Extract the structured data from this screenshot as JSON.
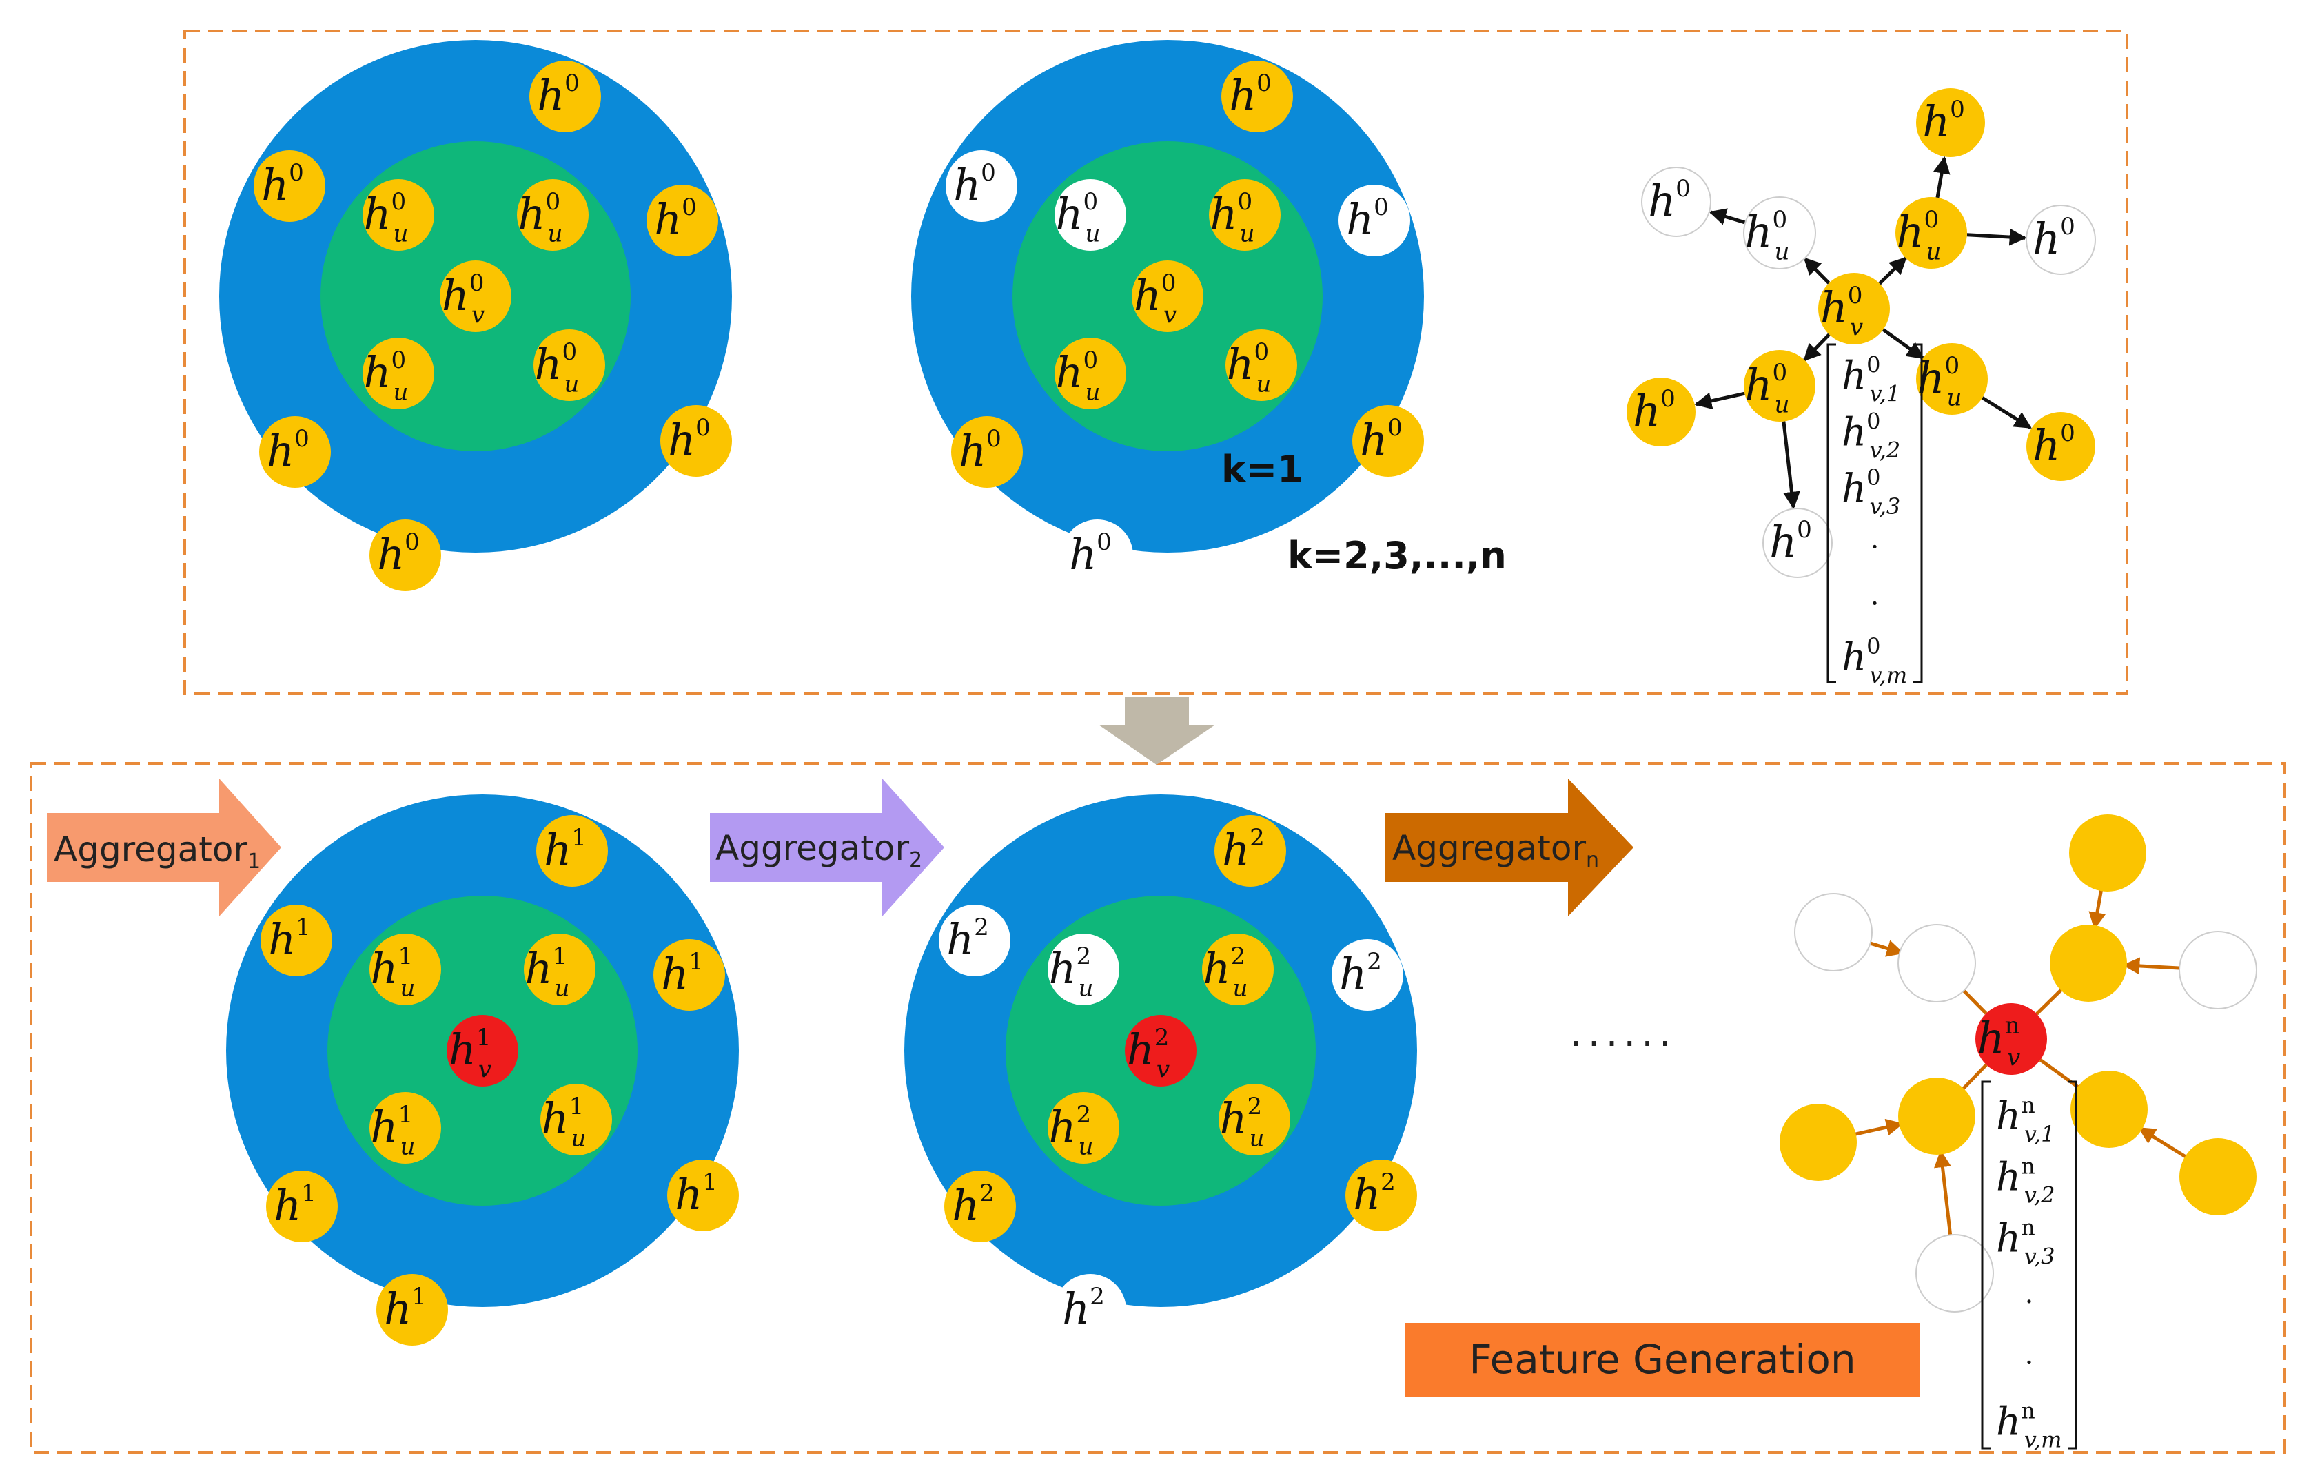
{
  "colors": {
    "outer_ring": "#0b8ad8",
    "inner_disc": "#0fb77a",
    "node_yellow": "#fbc400",
    "node_white": "#ffffff",
    "node_red": "#ee1c1c",
    "dashed_border": "#e88a3a",
    "down_arrow": "#bfb8a8",
    "agg1_arrow": "#f79a6e",
    "agg2_arrow": "#b39af2",
    "aggn_arrow": "#cc6a00",
    "feature_box": "#fa7b2c",
    "edge_dark": "#111111",
    "edge_agg1": "#f0a080",
    "edge_agg2": "#b49af2",
    "edge_aggn": "#cc6a00"
  },
  "top_panel": {
    "k1_label": "k=1",
    "kn_label": "k=2,3,...,n",
    "node_h": "h",
    "sup0": "0",
    "sub_u": "u",
    "sub_v": "v",
    "vector0": [
      {
        "sub": "v,1",
        "sup": "0"
      },
      {
        "sub": "v,2",
        "sup": "0"
      },
      {
        "sub": "v,3",
        "sup": "0"
      },
      {
        "dots": "."
      },
      {
        "dots": "."
      },
      {
        "sub": "v,m",
        "sup": "0"
      }
    ]
  },
  "bottom_panel": {
    "aggregator1": {
      "text": "Aggregator",
      "sub": "1"
    },
    "aggregator2": {
      "text": "Aggregator",
      "sub": "2"
    },
    "aggregatorn": {
      "text": "Aggregator",
      "sub": "n"
    },
    "ellipsis": "......",
    "feature_generation": "Feature Generation",
    "sup1": "1",
    "sup2": "2",
    "supn": "n",
    "vectorn": [
      {
        "sub": "v,1",
        "sup": "n"
      },
      {
        "sub": "v,2",
        "sup": "n"
      },
      {
        "sub": "v,3",
        "sup": "n"
      },
      {
        "dots": "."
      },
      {
        "dots": "."
      },
      {
        "sub": "v,m",
        "sup": "n"
      }
    ]
  }
}
